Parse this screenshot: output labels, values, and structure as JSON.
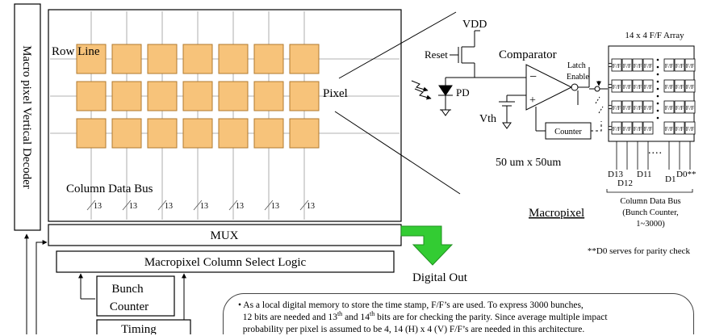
{
  "decoder": {
    "label": "Macro pixel Vertical Decoder"
  },
  "array": {
    "row_line_label": "Row Line",
    "pixel_label": "Pixel",
    "column_bus_label": "Column Data Bus",
    "bus_width_label": "13",
    "rows": 3,
    "columns": 7
  },
  "mux": {
    "label": "MUX"
  },
  "column_select": {
    "label": "Macropixel Column Select Logic"
  },
  "digital_out": {
    "label": "Digital Out"
  },
  "bunch_counter": {
    "line1": "Bunch",
    "line2": "Counter"
  },
  "timing": {
    "label": "Timing"
  },
  "circuit": {
    "vdd": "VDD",
    "reset": "Reset",
    "comparator": "Comparator",
    "pd": "PD",
    "vth": "Vth",
    "plus": "+",
    "minus": "−",
    "latch_enable_line1": "Latch",
    "latch_enable_line2": "Enable",
    "counter": "Counter",
    "size": "50 um x 50um",
    "macropixel": "Macropixel"
  },
  "ff_array": {
    "title": "14 x 4 F/F Array",
    "cell_label": "F/F",
    "rows": 4,
    "dots": "....",
    "bit_labels": [
      "D13",
      "D12",
      "D11",
      "D1",
      "D0**"
    ],
    "bus_caption_line1": "Column Data Bus",
    "bus_caption_line2": "(Bunch Counter,",
    "bus_caption_line3": "1~3000)"
  },
  "parity_note": "**D0 serves for parity check",
  "bottom_note": {
    "part1": "• As a local digital memory to store the time stamp, F/F’s are used. To express 3000 bunches,",
    "part2a": "12 bits are needed and 13",
    "sup1": "th",
    "part2b": " and 14",
    "sup2": "th",
    "part2c": " bits are for checking the parity. Since average multiple impact",
    "part3": "probability per pixel is assumed to be 4, 14 (H) x 4 (V) F/F’s are needed in this architecture."
  },
  "colors": {
    "pixel_fill": "#f7c37a",
    "pixel_stroke": "#b07a2e",
    "arrow_green": "#33cc33",
    "line": "#000000",
    "grid": "#999999"
  }
}
